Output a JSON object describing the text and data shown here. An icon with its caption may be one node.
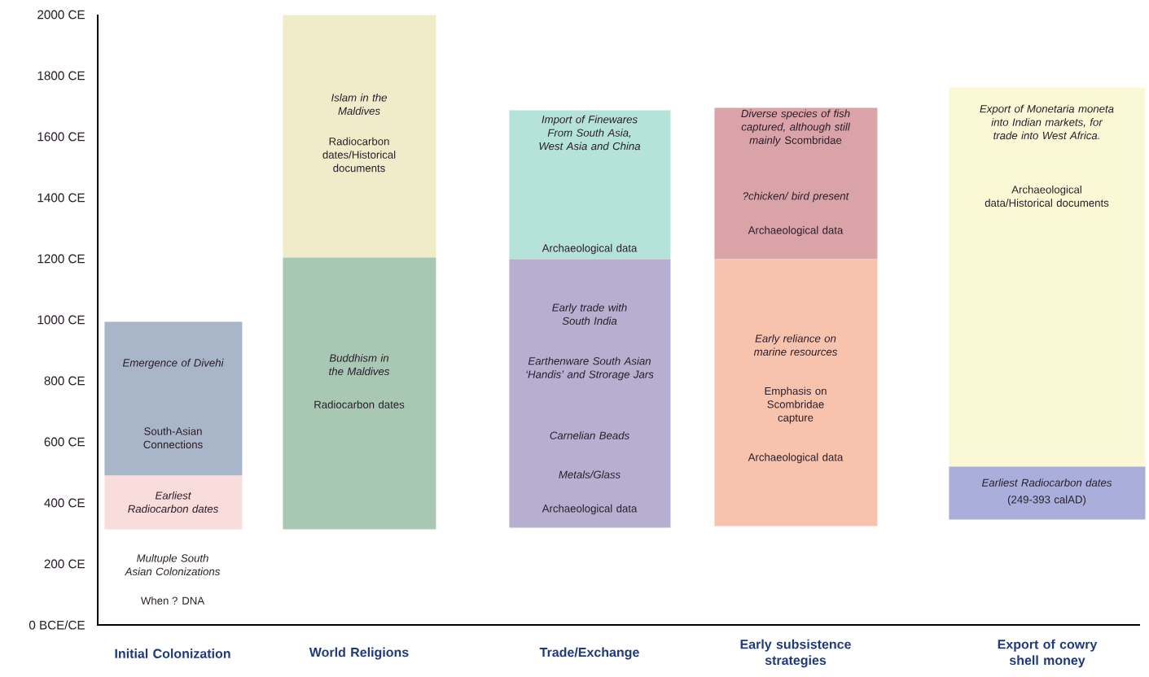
{
  "diagram": {
    "nodes": [
      {
        "text": [
          "Emergence of Divehi",
          "South-Asian Connections"
        ]
      },
      {
        "text": [
          "Earliest Radiocarbon dates"
        ]
      },
      {
        "text": [
          "Islam in the Maldives",
          "Radiocarbon dates/Historical documents"
        ]
      },
      {
        "text": [
          "Buddhism in the Maldives",
          "Radiocarbon dates"
        ]
      },
      {
        "text": [
          "Import of Finewares From South Asia, West Asia and China",
          "Archaeological data"
        ]
      },
      {
        "text": [
          "Early trade with South India",
          "Earthenware South Asian ‘Handis’ and Strorage Jars",
          "Carnelian Beads",
          "Metals/Glass",
          "Archaeological data"
        ]
      },
      {
        "text": [
          "*Diverse species of fish captured, although still mainly* Scombridae",
          "?chicken/ bird present",
          "Archaeological data"
        ]
      },
      {
        "text": [
          "Early reliance on marine resources",
          "Emphasis on Scombridae capture",
          "Archaeological data"
        ]
      },
      {
        "text": [
          "Export of Monetaria moneta into Indian markets, for trade into West Africa.",
          "Archaeological data/Historical documents"
        ]
      },
      {
        "text": [
          "Earliest Radiocarbon dates",
          "(249-393 calAD)"
        ]
      }
    ],
    "labels": [
      "2000 CE",
      "1800 CE",
      "1600 CE",
      "1400 CE",
      "1200 CE",
      "1000 CE",
      "800 CE",
      "600 CE",
      "400 CE",
      "200 CE",
      "0 BCE/CE",
      "Multuple South Asian Colonizations",
      "When ? DNA",
      "Initial Colonization",
      "World Religions",
      "Trade/Exchange",
      "Early subsistence strategies",
      "Export of cowry shell money"
    ]
  }
}
